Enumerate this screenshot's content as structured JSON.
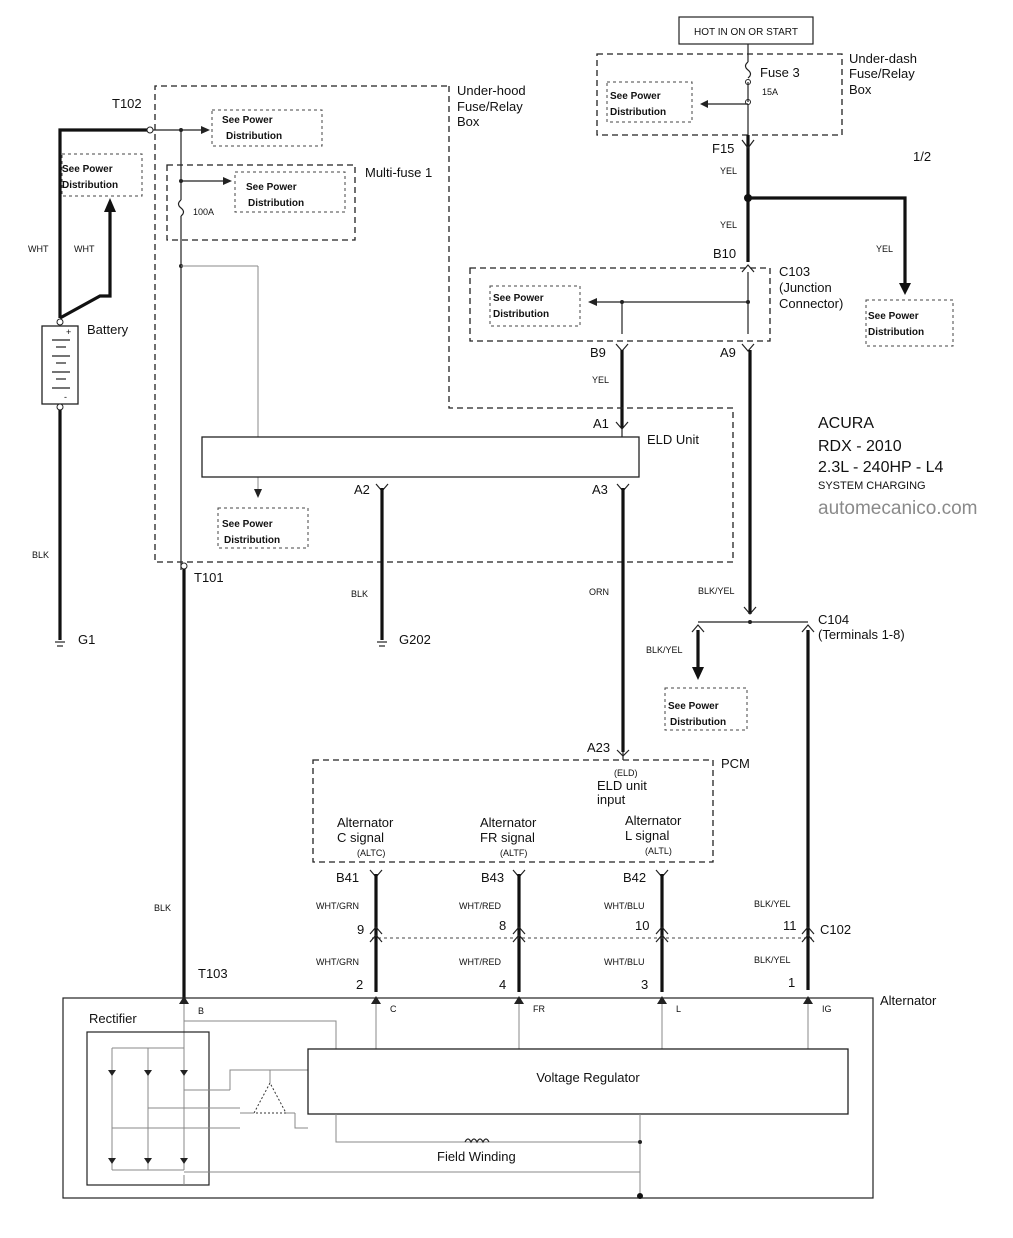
{
  "hot_box": "HOT IN ON OR START",
  "page_indicator": "1/2",
  "vehicle": {
    "make": "ACURA",
    "model_year": "RDX - 2010",
    "engine": "2.3L - 240HP - L4",
    "system": "SYSTEM CHARGING",
    "watermark": "automecanico.com"
  },
  "boxes": {
    "underdash": [
      "Under-dash",
      "Fuse/Relay",
      "Box"
    ],
    "underhood": [
      "Under-hood",
      "Fuse/Relay",
      "Box"
    ],
    "multifuse": "Multi-fuse 1",
    "c103": [
      "C103",
      "(Junction",
      "Connector)"
    ],
    "elds": "ELD Unit",
    "pcm": "PCM",
    "alternator": "Alternator",
    "rectifier": "Rectifier",
    "voltage_regulator": "Voltage Regulator",
    "field_winding": "Field Winding"
  },
  "see_power": [
    "See Power",
    "Distribution"
  ],
  "fuses": {
    "fuse3": "Fuse 3",
    "fuse3_rating": "15A",
    "multifuse_rating": "100A"
  },
  "battery": "Battery",
  "grounds": {
    "g1": "G1",
    "g202": "G202"
  },
  "terminals": {
    "T102": "T102",
    "T101": "T101",
    "T103": "T103",
    "F15": "F15",
    "B10": "B10",
    "B9": "B9",
    "A9": "A9",
    "A1": "A1",
    "A2": "A2",
    "A3": "A3",
    "A23": "A23",
    "B41": "B41",
    "B43": "B43",
    "B42": "B42"
  },
  "c104": [
    "C104",
    "(Terminals 1-8)"
  ],
  "c102": "C102",
  "wires": {
    "WHT": "WHT",
    "YEL": "YEL",
    "BLK": "BLK",
    "ORN": "ORN",
    "BLK/YEL": "BLK/YEL",
    "WHT/GRN": "WHT/GRN",
    "WHT/RED": "WHT/RED",
    "WHT/BLU": "WHT/BLU"
  },
  "pcm_inputs": {
    "eld_small": "(ELD)",
    "eld": [
      "ELD unit",
      "input"
    ],
    "altc": [
      "Alternator",
      "C signal",
      "(ALTC)"
    ],
    "altf": [
      "Alternator",
      "FR signal",
      "(ALTF)"
    ],
    "altl": [
      "Alternator",
      "L signal",
      "(ALTL)"
    ]
  },
  "pins": {
    "c102_upper": [
      "9",
      "8",
      "10",
      "11"
    ],
    "alt_lower": [
      "2",
      "4",
      "3",
      "1"
    ],
    "alt_terms": [
      "B",
      "C",
      "FR",
      "L",
      "IG"
    ]
  },
  "battery_signs": {
    "plus": "+",
    "minus": "-"
  }
}
